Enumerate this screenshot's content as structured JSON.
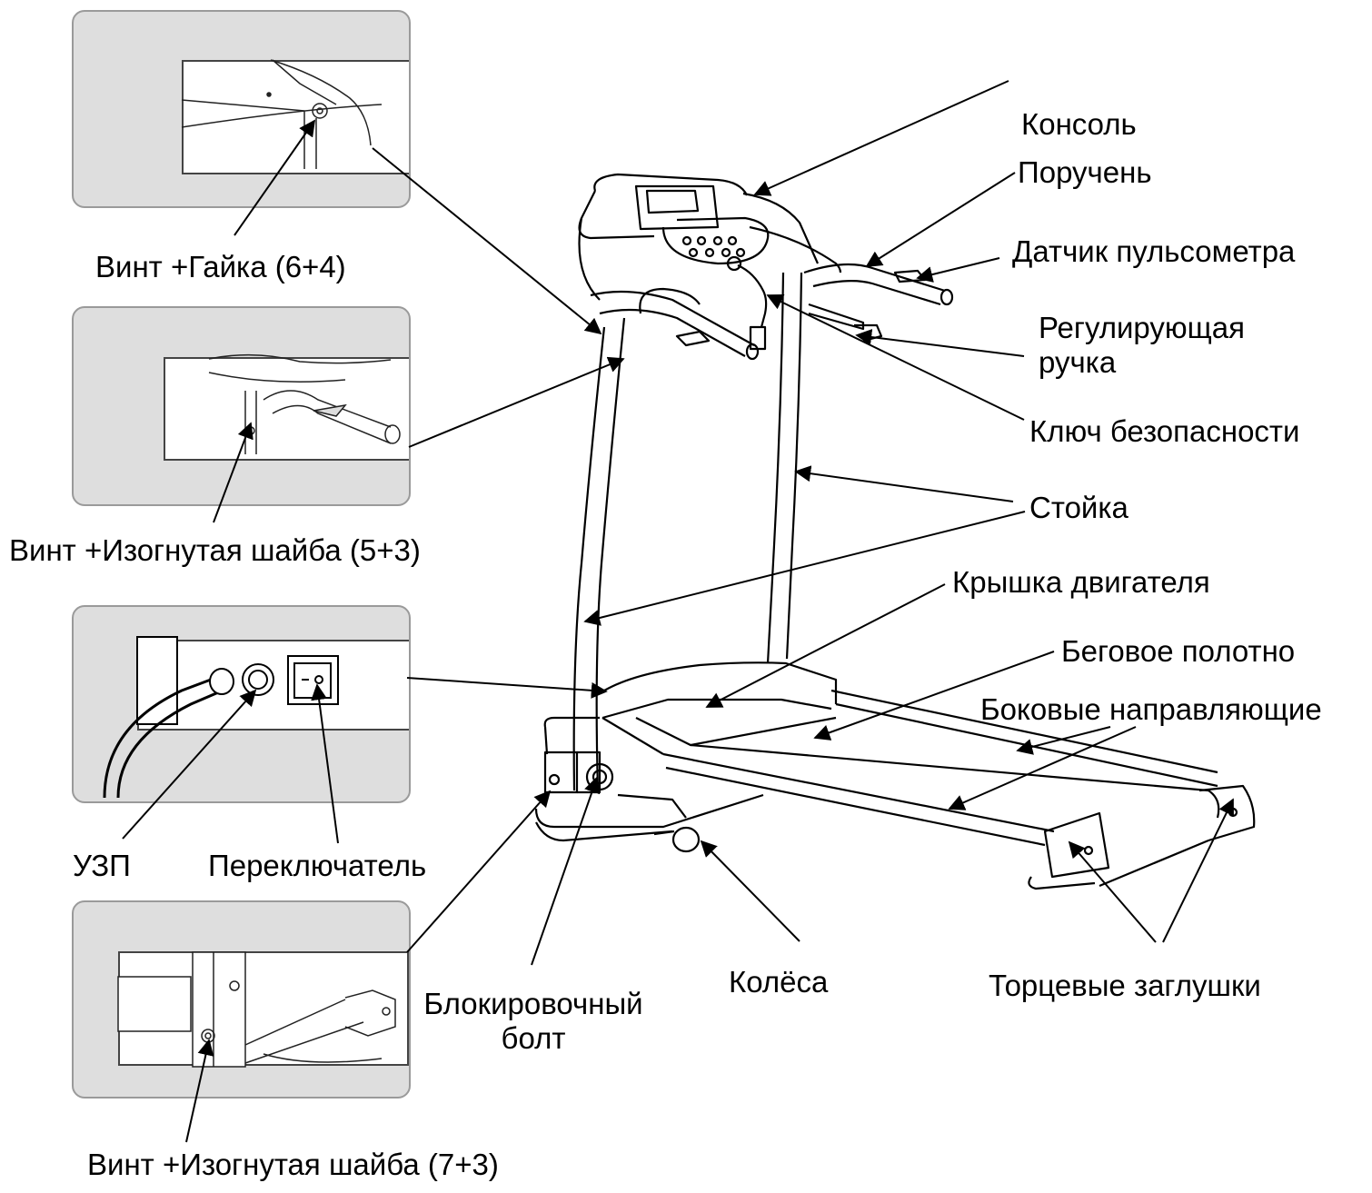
{
  "colors": {
    "background": "#ffffff",
    "inset_bg": "#dedede",
    "line": "#000000"
  },
  "callouts": {
    "console": "Консоль",
    "handrail": "Поручень",
    "pulse_sensor": "Датчик пульсометра",
    "adjust_knob": "Регулирующая\nручка",
    "safety_key": "Ключ безопасности",
    "upright": "Стойка",
    "motor_cover": "Крышка двигателя",
    "running_belt": "Беговое полотно",
    "side_rails": "Боковые направляющие",
    "end_caps": "Торцевые заглушки",
    "wheels": "Колёса",
    "lock_bolt": "Блокировочный\nболт"
  },
  "insets": {
    "screw_nut": "Винт +Гайка (6+4)",
    "screw_washer_upper": "Винт +Изогнутая шайба (5+3)",
    "rcd": "УЗП",
    "switch": "Переключатель",
    "screw_washer_lower": "Винт +Изогнутая шайба (7+3)"
  }
}
